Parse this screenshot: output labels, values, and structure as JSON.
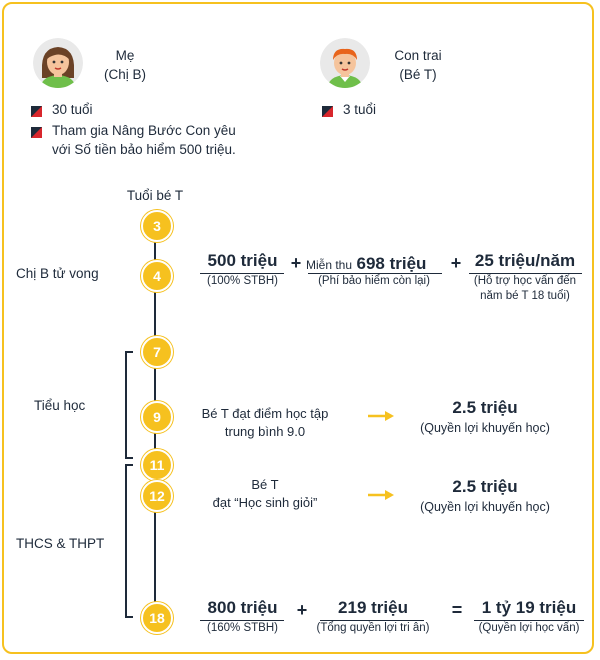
{
  "mother": {
    "title": "Mẹ",
    "subtitle": "(Chị B)",
    "facts": [
      "30 tuổi",
      "Tham gia Nâng Bước Con yêu",
      "với Số tiền bảo hiểm 500 triệu."
    ]
  },
  "son": {
    "title": "Con trai",
    "subtitle": "(Bé T)",
    "facts": [
      "3 tuổi"
    ]
  },
  "timeline": {
    "axis_label": "Tuổi bé T",
    "ages": [
      "3",
      "4",
      "7",
      "9",
      "11",
      "12",
      "18"
    ],
    "labels": {
      "death": "Chị B tử vong",
      "primary": "Tiểu học",
      "secondary": "THCS & THPT"
    }
  },
  "event4": {
    "a_value": "500 triệu",
    "a_note": "(100% STBH)",
    "op1": "+",
    "b_prefix": "Miễn thu",
    "b_value": "698 triệu",
    "b_note": "(Phí bảo hiểm còn lại)",
    "op2": "+",
    "c_value": "25 triệu/năm",
    "c_note1": "(Hỗ trợ học vấn đến",
    "c_note2": "năm bé T 18 tuổi)"
  },
  "event9": {
    "line1": "Bé T đạt điểm học tập",
    "line2": "trung bình 9.0",
    "value": "2.5 triệu",
    "note": "(Quyền lợi khuyến học)"
  },
  "event12": {
    "line1": "Bé T",
    "line2": "đạt “Học sinh giỏi”",
    "value": "2.5 triệu",
    "note": "(Quyền lợi khuyến học)"
  },
  "event18": {
    "a_value": "800 triệu",
    "a_note": "(160% STBH)",
    "op1": "+",
    "b_value": "219 triệu",
    "b_note": "(Tổng quyền lợi tri ân)",
    "op2": "=",
    "c_value": "1 tỷ 19 triệu",
    "c_note": "(Quyền lợi học vấn)"
  },
  "colors": {
    "accent": "#f6c11f",
    "text": "#1e2a3a",
    "bullet_red": "#d8262c"
  }
}
